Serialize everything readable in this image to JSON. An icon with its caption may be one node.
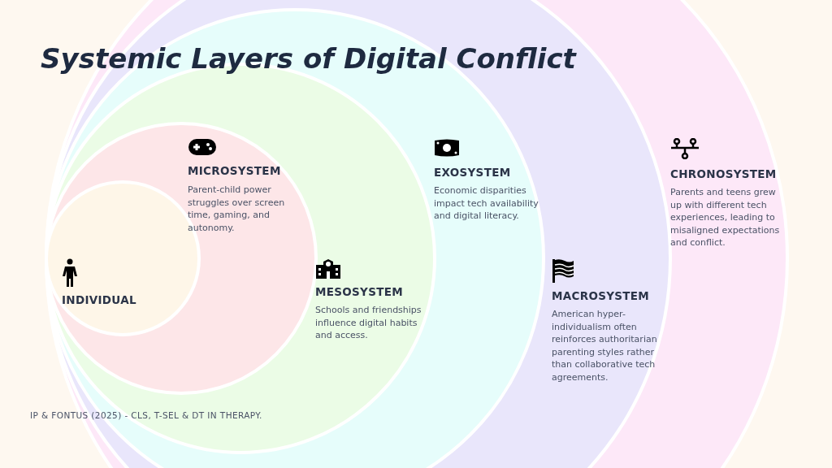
{
  "diagram": {
    "title": "Systemic Layers of Digital Conflict",
    "caption": "IP & FONTUS (2025) - CLS, T-SEL & DT IN THERAPY.",
    "nodes": [
      {
        "text": [
          "CHRONOSYSTEM",
          "Parents and teens grew up with different tech experiences, leading to misaligned expectations and conflict."
        ]
      },
      {
        "text": [
          "MACROSYSTEM",
          "American hyper-individualism often reinforces authoritarian parenting styles rather than collaborative tech agreements."
        ],
        "in": 0
      },
      {
        "text": [
          "EXOSYSTEM",
          "Economic disparities impact tech availability and digital literacy."
        ],
        "in": 1
      },
      {
        "text": [
          "MESOSYSTEM",
          "Schools and friendships influence digital habits and access."
        ],
        "in": 2
      },
      {
        "text": [
          "MICROSYSTEM",
          "Parent-child power struggles over screen time, gaming, and autonomy."
        ],
        "in": 3
      },
      {
        "text": [
          "INDIVIDUAL"
        ],
        "in": 4
      }
    ]
  }
}
